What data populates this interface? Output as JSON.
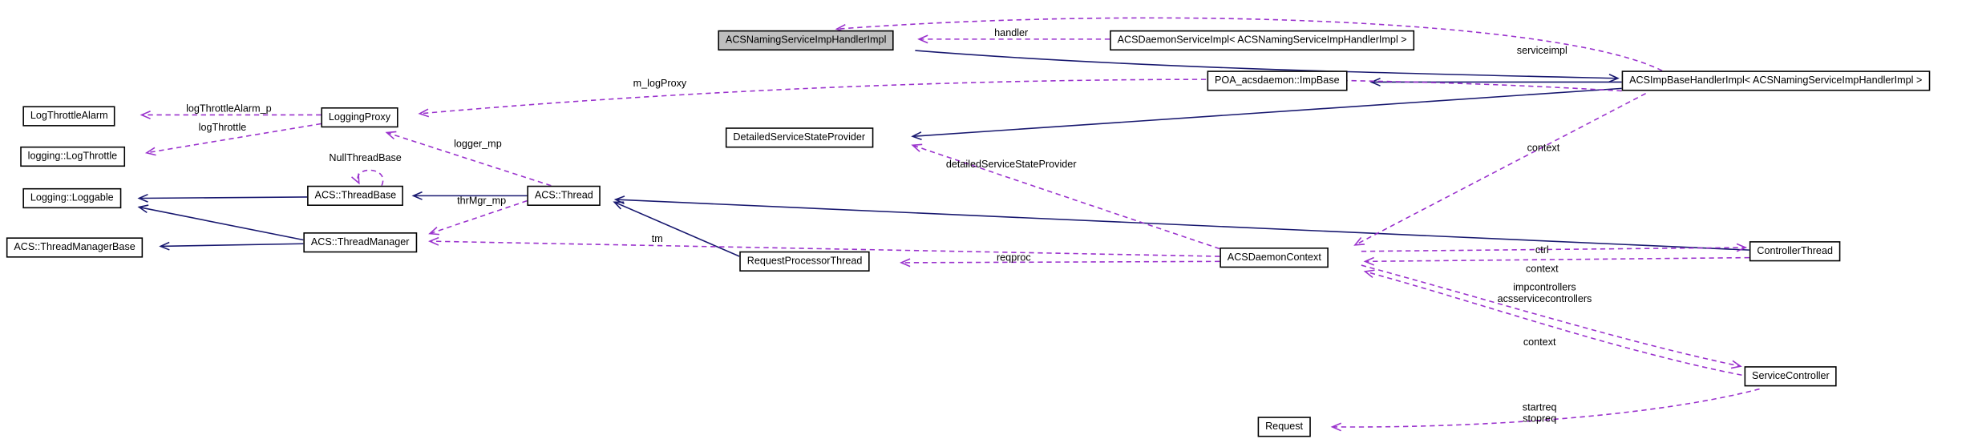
{
  "diagram": {
    "background": "#ffffff",
    "colors": {
      "inheritance_edge": "#191970",
      "usage_edge": "#9a32cd",
      "node_border": "#000000",
      "node_fill": "#ffffff",
      "highlighted_node_fill": "#bfbfbf",
      "text": "#000000"
    },
    "nodes": {
      "main": {
        "label": "ACSNamingServiceImpHandlerImpl",
        "highlighted": true
      },
      "daemon_service_impl": {
        "label": "ACSDaemonServiceImpl< ACSNamingServiceImpHandlerImpl >"
      },
      "poa_impbase": {
        "label": "POA_acsdaemon::ImpBase"
      },
      "imp_base_handler": {
        "label": "ACSImpBaseHandlerImpl< ACSNamingServiceImpHandlerImpl >"
      },
      "log_throttle_alarm": {
        "label": "LogThrottleAlarm"
      },
      "logging_proxy": {
        "label": "LoggingProxy"
      },
      "log_throttle": {
        "label": "logging::LogThrottle"
      },
      "detailed_service_state_provider": {
        "label": "DetailedServiceStateProvider"
      },
      "loggable": {
        "label": "Logging::Loggable"
      },
      "thread_base": {
        "label": "ACS::ThreadBase"
      },
      "thread": {
        "label": "ACS::Thread"
      },
      "thread_manager_base": {
        "label": "ACS::ThreadManagerBase"
      },
      "thread_manager": {
        "label": "ACS::ThreadManager"
      },
      "request_processor_thread": {
        "label": "RequestProcessorThread"
      },
      "daemon_context": {
        "label": "ACSDaemonContext"
      },
      "controller_thread": {
        "label": "ControllerThread"
      },
      "service_controller": {
        "label": "ServiceController"
      },
      "request": {
        "label": "Request"
      }
    },
    "labels": {
      "handler": "handler",
      "serviceimpl": "serviceimpl",
      "m_logproxy": "m_logProxy",
      "logthrottlealarm_p": "logThrottleAlarm_p",
      "logthrottle": "logThrottle",
      "logger_mp": "logger_mp",
      "nullthreadbase": "NullThreadBase",
      "thrmgr_mp": "thrMgr_mp",
      "detailed_provider": "detailedServiceStateProvider",
      "tm": "tm",
      "reqproc": "reqproc",
      "context_imp": "context",
      "ctrl": "ctrl",
      "context_ctrl": "context",
      "impcontrollers": "impcontrollers",
      "acsservicecontrollers": "acsservicecontrollers",
      "context_svc": "context",
      "startreq": "startreq",
      "stopreq": "stopreq"
    }
  }
}
